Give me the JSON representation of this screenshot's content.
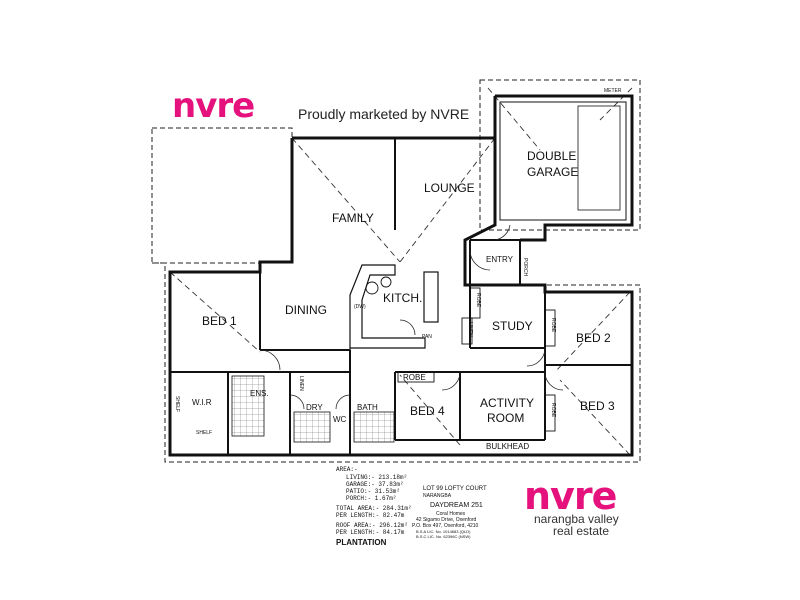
{
  "brand": {
    "logo_text": "nvre",
    "marketed_by": "Proudly marketed by NVRE",
    "tagline_line1": "narangba valley",
    "tagline_line2": "real estate",
    "color": "#e5127d"
  },
  "rooms": {
    "family": "FAMILY",
    "lounge": "LOUNGE",
    "double_garage_1": "DOUBLE",
    "double_garage_2": "GARAGE",
    "entry": "ENTRY",
    "porch": "PORCH",
    "bed1": "BED 1",
    "dining": "DINING",
    "kitch": "KITCH.",
    "study": "STUDY",
    "bed2": "BED 2",
    "bed3": "BED 3",
    "bed4": "BED 4",
    "activity_1": "ACTIVITY",
    "activity_2": "ROOM",
    "wir": "W.I.R",
    "ens": "ENS.",
    "dry": "DRY",
    "bath": "BATH",
    "wc": "WC",
    "robe": "ROBE",
    "linen": "LINEN",
    "shelf": "SHELF",
    "pan": "PAN",
    "dw": "(DW)",
    "meter": "METER",
    "bulkhead": "BULKHEAD"
  },
  "schedule": {
    "area_label": "AREA:-",
    "living": "LIVING:-   213.18m²",
    "garage": "GARAGE:-   37.83m²",
    "patio": "PATIO:-   31.53m²",
    "porch": "PORCH:-    1.67m²",
    "total_area": "TOTAL AREA:-  284.31m²",
    "per_length_1": "PER LENGTH:-   82.47m",
    "roof_area": "ROOF AREA:-  296.12m²",
    "per_length_2": "PER LENGTH:-   84.17m",
    "plantation": "PLANTATION"
  },
  "title_block": {
    "lot": "LOT 99 LOFTY COURT",
    "suburb": "NARANGBA",
    "design": "DAYDREAM 251",
    "builder": "Coral Homes",
    "address": "42 Sigamo Drive, Oxenford",
    "po_box": "P.O. Box 497, Oxenford, 4210",
    "lic_1": "B.S.A LIC. No. 1014683 (QLD)",
    "lic_2": "B.S.C LIC. No. 62396C (NSW)"
  }
}
